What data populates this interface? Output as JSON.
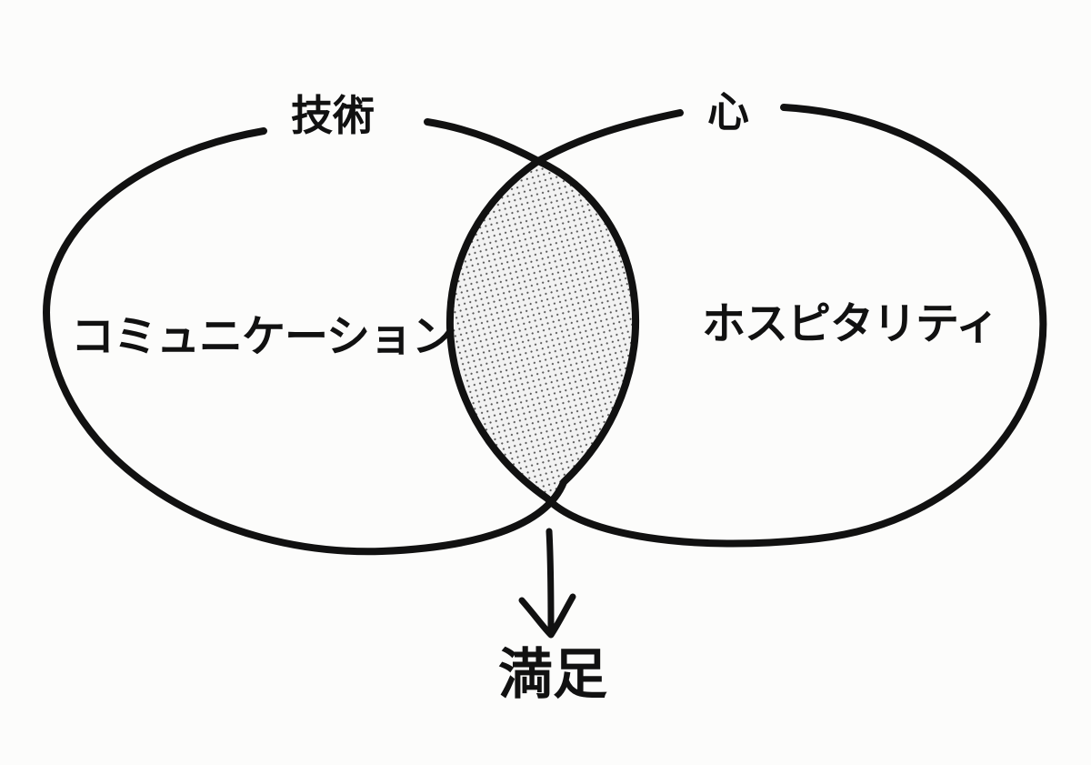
{
  "diagram": {
    "left_circle": {
      "title": "技術",
      "label": "コミュニケーション"
    },
    "right_circle": {
      "title": "心",
      "label": "ホスピタリティ"
    },
    "result": {
      "label": "満足",
      "arrow_icon": "arrow-down-icon"
    },
    "colors": {
      "ink": "#111111",
      "paper": "#fcfcfb",
      "overlap_dots": "#555555",
      "overlap_fill": "#f2f2f2"
    }
  }
}
